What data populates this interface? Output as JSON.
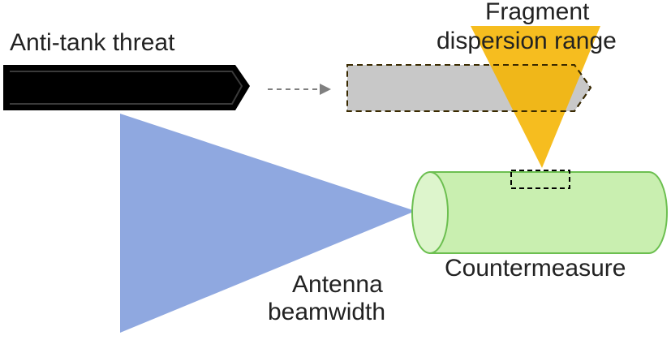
{
  "labels": {
    "threat": "Anti-tank threat",
    "fragment_line1": "Fragment",
    "fragment_line2": "dispersion  range",
    "countermeasure": "Countermeasure",
    "antenna_line1": "Antenna",
    "antenna_line2": "beamwidth"
  },
  "colors": {
    "threat_body": "#000000",
    "threat_predicted": "#c8c8c8",
    "beam": "#8fa8e0",
    "fragment_cone": "#f5b400",
    "countermeasure_fill": "#c9efb0",
    "countermeasure_stroke": "#6cbf50",
    "arrow": "#808080"
  }
}
